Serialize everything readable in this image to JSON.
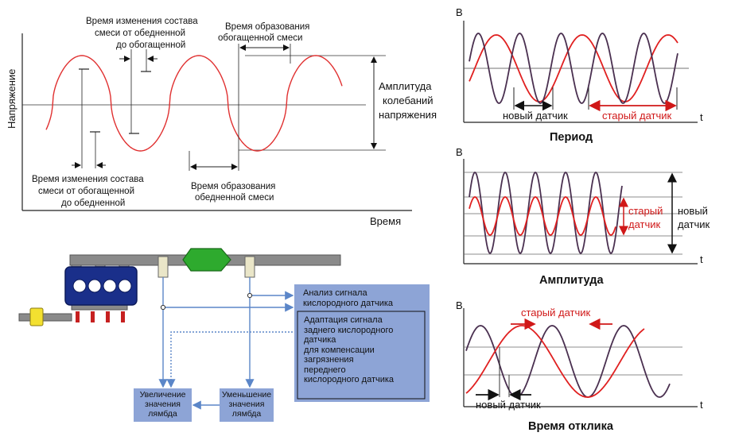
{
  "main_chart": {
    "ylabel": "Напряжение",
    "xlabel": "Время",
    "amplitude_label": [
      "Амплитуда",
      "колебаний",
      "напряжения"
    ],
    "lean_to_rich_label": [
      "Время изменения состава",
      "смеси от обедненной",
      "до обогащенной"
    ],
    "rich_formation_label": [
      "Время образования",
      "обогащенной смеси"
    ],
    "rich_to_lean_label": [
      "Время изменения состава",
      "смеси от обогащенной",
      "до обедненной"
    ],
    "lean_formation_label": [
      "Время образования",
      "обедненной смеси"
    ]
  },
  "period_chart": {
    "title": "Период",
    "y_axis": "B",
    "x_axis": "t",
    "new_sensor": "новый датчик",
    "old_sensor": "старый датчик"
  },
  "amplitude_chart": {
    "title": "Амплитуда",
    "y_axis": "B",
    "x_axis": "t",
    "old_sensor": [
      "старый",
      "датчик"
    ],
    "new_sensor": [
      "новый",
      "датчик"
    ]
  },
  "response_chart": {
    "title": "Время отклика",
    "y_axis": "B",
    "x_axis": "t",
    "old_sensor": "старый датчик",
    "new_sensor": "новый датчик"
  },
  "engine_diagram": {
    "analysis_box": [
      "Анализ сигнала",
      "кислородного датчика"
    ],
    "adaptation_box": [
      "Адаптация сигнала",
      "заднего кислородного",
      "датчика",
      "для компенсации",
      "загрязнения",
      "переднего",
      "кислородного датчика"
    ],
    "increase_box": [
      "Увеличение",
      "значения",
      "лямбда"
    ],
    "decrease_box": [
      "Уменьшение",
      "значения",
      "лямбда"
    ]
  },
  "colors": {
    "red_curve": "#e02020",
    "purple_curve": "#4a3050",
    "engine_blue": "#1a2f8a",
    "pipe_gray": "#8a8a8a",
    "catalyst_green": "#2eaa2e",
    "box_fill": "#8da4d6",
    "signal_line": "#5b86c8"
  }
}
